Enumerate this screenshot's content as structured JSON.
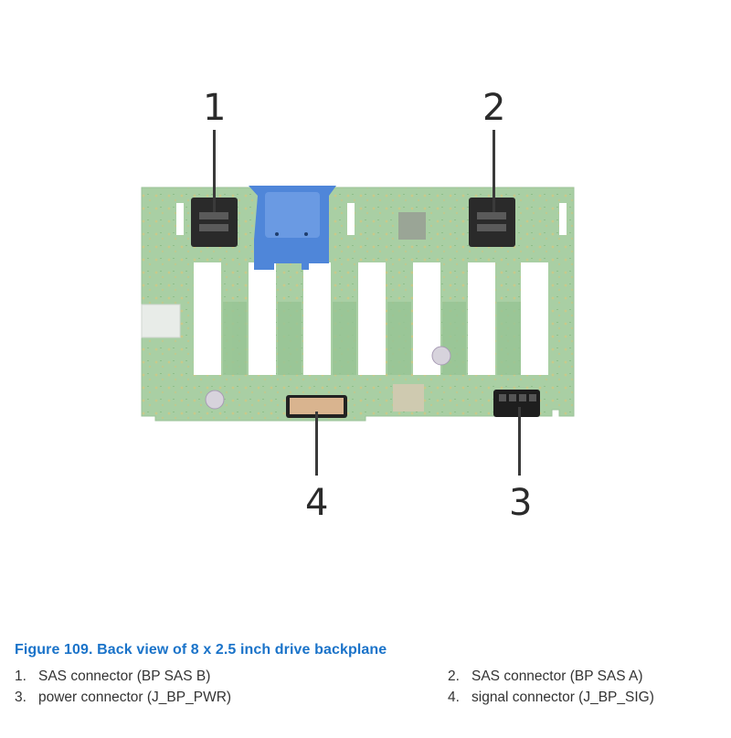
{
  "figure": {
    "alt": "Back view of drive backplane board",
    "callouts": [
      {
        "id": "1",
        "label": "1"
      },
      {
        "id": "2",
        "label": "2"
      },
      {
        "id": "3",
        "label": "3"
      },
      {
        "id": "4",
        "label": "4"
      }
    ],
    "colors": {
      "board": "#a9cfa4",
      "connector_black": "#1e1e1e",
      "latch_blue": "#4f86d9",
      "signal_connector": "#d9b48f"
    }
  },
  "caption": {
    "text": "Figure 109. Back view of 8 x 2.5 inch drive backplane",
    "color": "#1a73c9"
  },
  "legend": {
    "items": [
      {
        "num": "1.",
        "text": "SAS connector (BP SAS B)"
      },
      {
        "num": "2.",
        "text": "SAS connector (BP SAS A)"
      },
      {
        "num": "3.",
        "text": "power connector (J_BP_PWR)"
      },
      {
        "num": "4.",
        "text": "signal connector (J_BP_SIG)"
      }
    ]
  }
}
